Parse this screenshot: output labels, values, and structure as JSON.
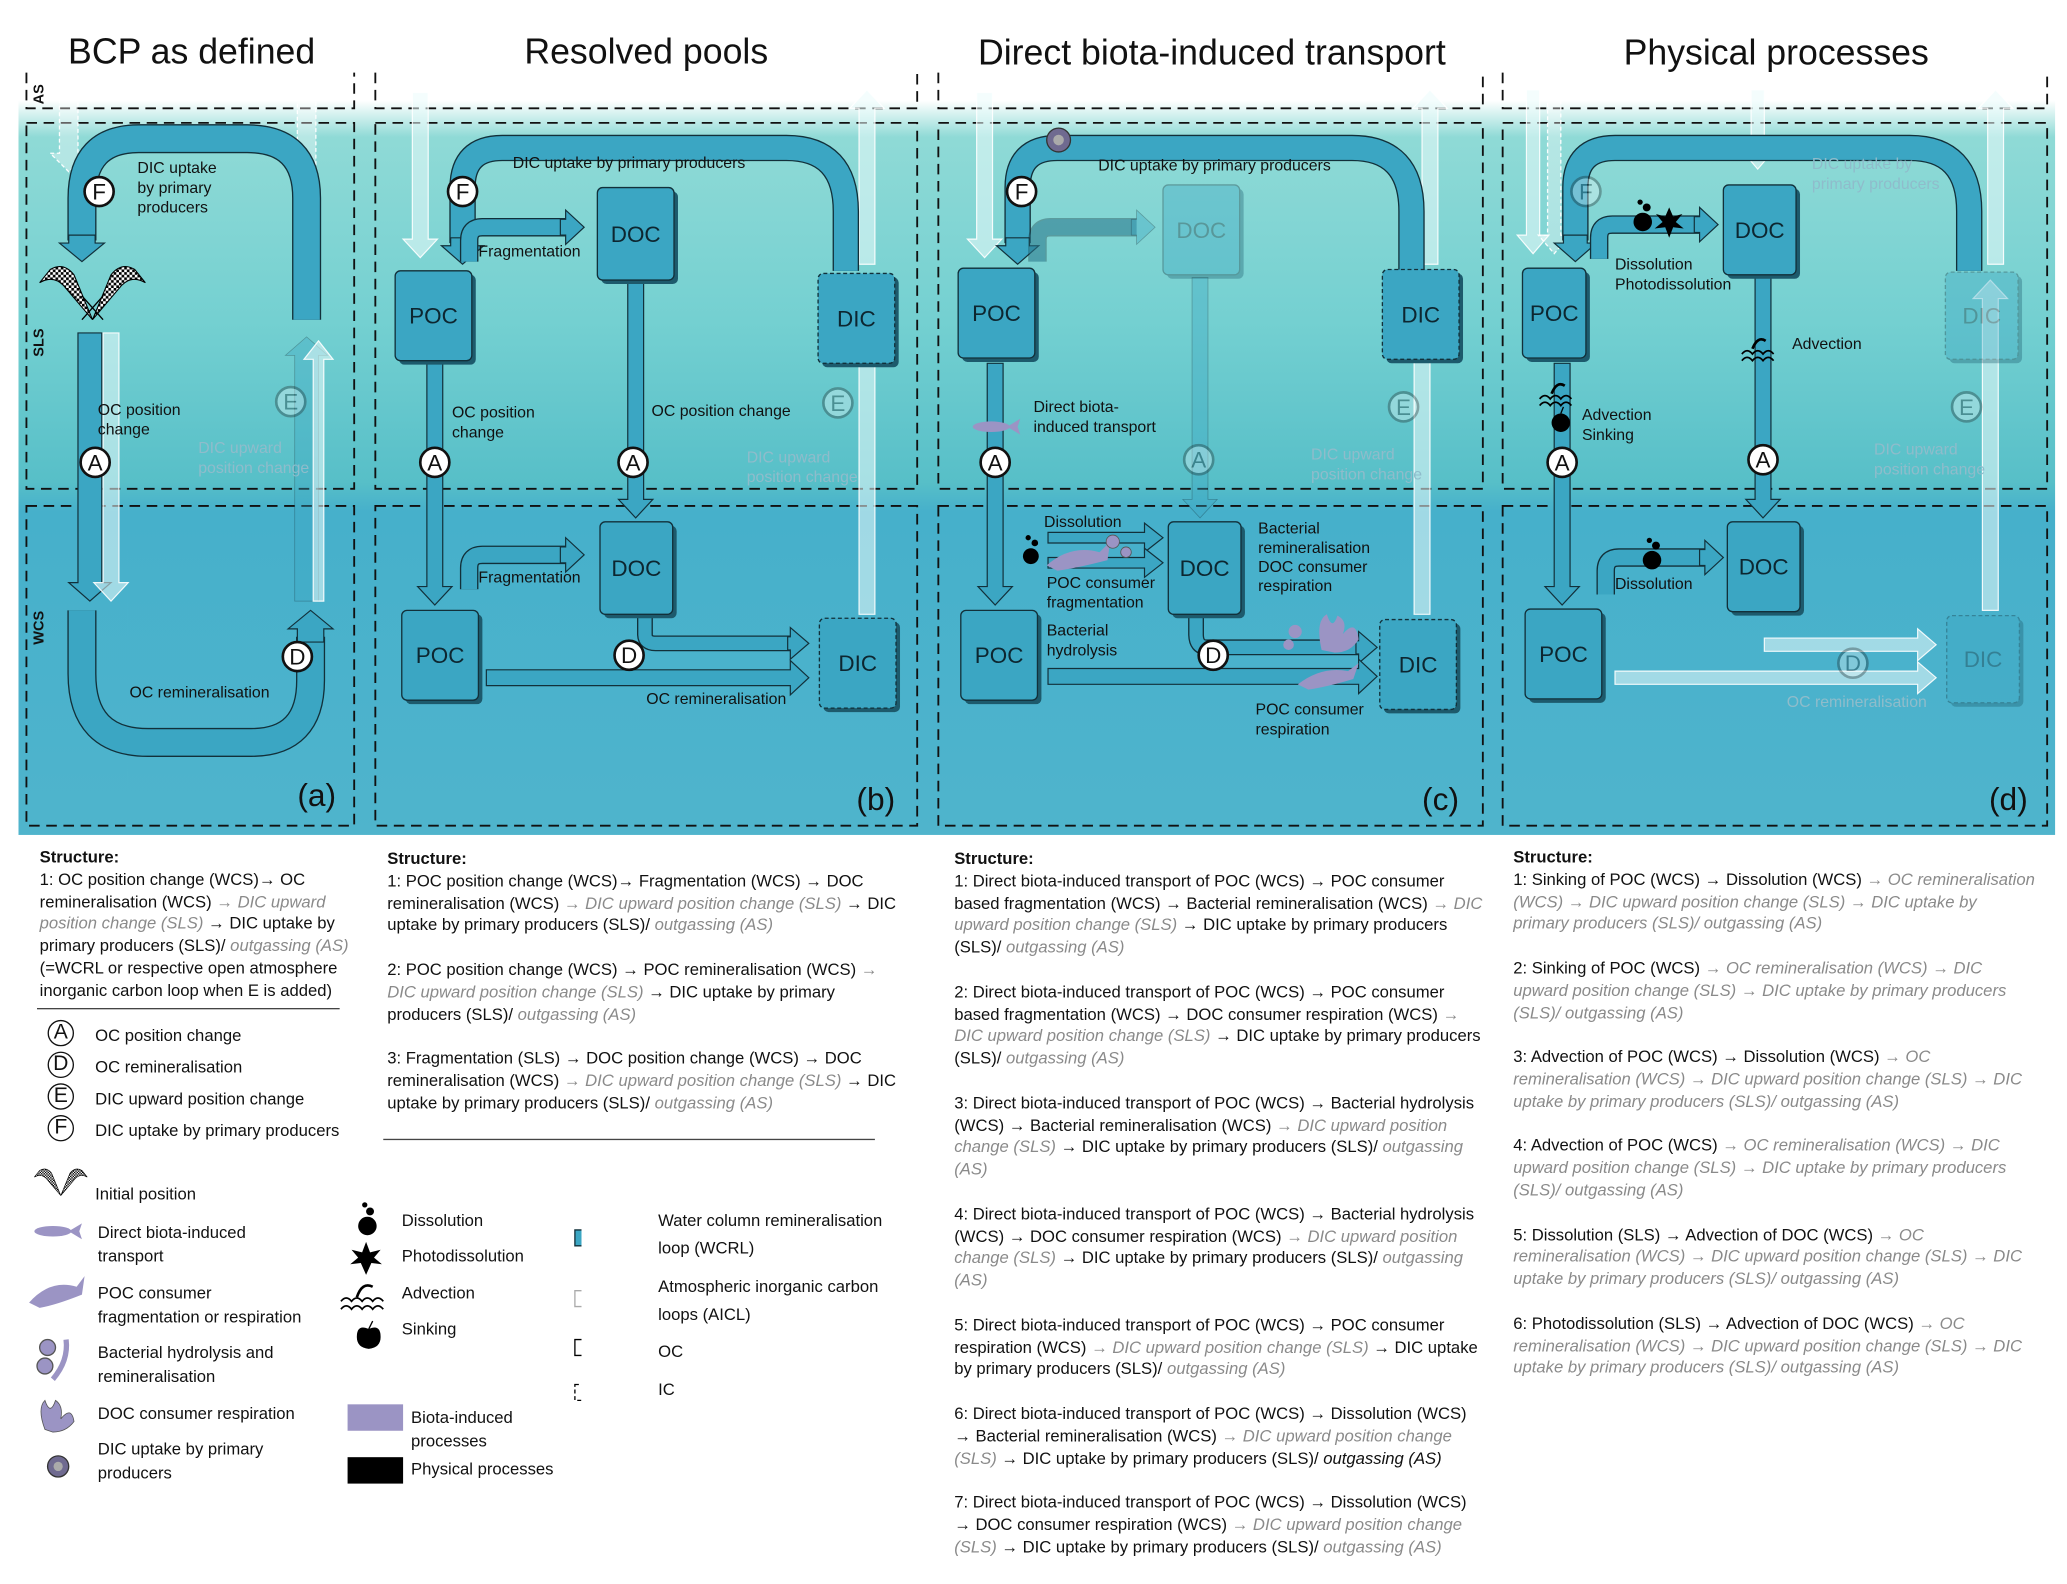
{
  "colors": {
    "wcrl": "#3ba6c3",
    "biota": "#9b94c4",
    "physical": "#000000",
    "surface": "#7dd6d3",
    "deep": "#45aecb",
    "box": "#3ba6c3"
  },
  "layers": {
    "as": "AS",
    "sls": "SLS",
    "wcs": "WCS"
  },
  "circle_letters": {
    "a": "A",
    "d": "D",
    "e": "E",
    "f": "F"
  },
  "pools": {
    "poc": "POC",
    "doc": "DOC",
    "dic": "DIC"
  },
  "panels": {
    "a": {
      "title": "BCP as defined",
      "tag": "(a)",
      "dic_uptake": [
        "DIC uptake",
        "by primary",
        "producers"
      ],
      "oc_position": [
        "OC position",
        "change"
      ],
      "dic_upward": [
        "DIC upward",
        "position change"
      ],
      "oc_remin": "OC remineralisation"
    },
    "b": {
      "title": "Resolved pools",
      "tag": "(b)",
      "dic_uptake": "DIC uptake by primary producers",
      "frag_upper": "Fragmentation",
      "oc_position_poc": [
        "OC position",
        "change"
      ],
      "oc_position_doc": "OC position change",
      "dic_upward": [
        "DIC upward",
        "position change"
      ],
      "frag_lower": "Fragmentation",
      "oc_remin": "OC remineralisation"
    },
    "c": {
      "title": "Direct biota-induced transport",
      "tag": "(c)",
      "dic_uptake": "DIC uptake by primary producers",
      "direct": [
        "Direct biota-",
        "induced transport"
      ],
      "dic_upward": [
        "DIC upward",
        "position change"
      ],
      "dissolution": "Dissolution",
      "poc_frag": [
        "POC consumer",
        "fragmentation"
      ],
      "bact_hydro": [
        "Bacterial",
        "hydrolysis"
      ],
      "bact_remin": [
        "Bacterial",
        "remineralisation",
        "DOC consumer",
        "respiration"
      ],
      "poc_resp": [
        "POC consumer",
        "respiration"
      ]
    },
    "d": {
      "title": "Physical processes",
      "tag": "(d)",
      "dic_uptake": [
        "DIC uptake by",
        "primary producers"
      ],
      "dissolution_upper": [
        "Dissolution",
        "Photodissolution"
      ],
      "advection": "Advection",
      "adv_sink": [
        "Advection",
        "Sinking"
      ],
      "dic_upward": [
        "DIC upward",
        "position change"
      ],
      "dissolution_lower": "Dissolution",
      "oc_remin": "OC remineralisation"
    }
  },
  "structure": {
    "a": {
      "heading": "Structure:",
      "items": [
        [
          {
            "t": "1: OC position change (WCS)→ OC remineralisation (WCS)"
          },
          {
            "t": " → DIC upward position change (SLS)",
            "g": true
          },
          {
            "t": " → DIC uptake by primary producers (SLS)/ "
          },
          {
            "t": "outgassing (AS)",
            "g": true
          },
          {
            "t": " (=WCRL or respective open atmosphere inorganic carbon loop when E is added)"
          }
        ]
      ]
    },
    "b": {
      "heading": "Structure:",
      "items": [
        [
          {
            "t": "1: POC position change (WCS)→ Fragmentation (WCS) → DOC remineralisation (WCS)"
          },
          {
            "t": " → DIC upward position change (SLS)",
            "g": true
          },
          {
            "t": " → DIC uptake by primary producers (SLS)/ "
          },
          {
            "t": "outgassing (AS)",
            "g": true
          }
        ],
        [
          {
            "t": "2: POC position change (WCS) → POC remineralisation (WCS)"
          },
          {
            "t": " → DIC upward position change (SLS)",
            "g": true
          },
          {
            "t": " → DIC uptake by primary producers (SLS)/ "
          },
          {
            "t": "outgassing (AS)",
            "g": true
          }
        ],
        [
          {
            "t": "3: Fragmentation (SLS) → DOC position change (WCS) → DOC remineralisation (WCS)"
          },
          {
            "t": " → DIC upward position change (SLS)",
            "g": true
          },
          {
            "t": " → DIC uptake by primary producers (SLS)/ "
          },
          {
            "t": "outgassing (AS)",
            "g": true
          }
        ]
      ]
    },
    "c": {
      "heading": "Structure:",
      "items": [
        [
          {
            "t": "1: Direct biota-induced transport of POC (WCS) → POC consumer based fragmentation (WCS) → Bacterial remineralisation (WCS)"
          },
          {
            "t": " → DIC upward position change (SLS)",
            "g": true
          },
          {
            "t": " → DIC uptake by primary producers (SLS)/ "
          },
          {
            "t": "outgassing (AS)",
            "g": true
          }
        ],
        [
          {
            "t": "2: Direct biota-induced transport of POC (WCS) → POC consumer based fragmentation (WCS) → DOC consumer respiration (WCS)"
          },
          {
            "t": " → DIC upward position change (SLS)",
            "g": true
          },
          {
            "t": " → DIC uptake by primary producers (SLS)/ "
          },
          {
            "t": "outgassing (AS)",
            "g": true
          }
        ],
        [
          {
            "t": "3: Direct biota-induced transport of POC (WCS) → Bacterial hydrolysis (WCS) → Bacterial remineralisation (WCS)"
          },
          {
            "t": " → DIC upward position change (SLS)",
            "g": true
          },
          {
            "t": " → DIC uptake by primary producers (SLS)/ "
          },
          {
            "t": "outgassing (AS)",
            "g": true
          }
        ],
        [
          {
            "t": "4: Direct biota-induced transport of POC (WCS) → Bacterial hydrolysis (WCS) → DOC consumer respiration (WCS)"
          },
          {
            "t": " → DIC upward position change (SLS)",
            "g": true
          },
          {
            "t": " → DIC uptake by primary producers (SLS)/ "
          },
          {
            "t": "outgassing (AS)",
            "g": true
          }
        ],
        [
          {
            "t": "5: Direct biota-induced transport of POC (WCS) → POC consumer respiration (WCS)"
          },
          {
            "t": " → DIC upward position change (SLS)",
            "g": true
          },
          {
            "t": " → DIC uptake by primary producers (SLS)/ "
          },
          {
            "t": "outgassing (AS)",
            "g": true
          }
        ],
        [
          {
            "t": "6: Direct biota-induced transport of POC (WCS) → Dissolution (WCS) → Bacterial remineralisation (WCS)"
          },
          {
            "t": " → DIC upward position change (SLS)",
            "g": true
          },
          {
            "t": " → DIC uptake by primary producers (SLS)/ "
          },
          {
            "t": "outgassing (AS)",
            "i": true
          }
        ],
        [
          {
            "t": "7: Direct biota-induced transport of POC (WCS) → Dissolution (WCS) → DOC consumer respiration (WCS)"
          },
          {
            "t": " → DIC upward position change (SLS)",
            "g": true
          },
          {
            "t": " → DIC uptake by primary producers (SLS)/ "
          },
          {
            "t": "outgassing (AS)",
            "g": true
          }
        ]
      ]
    },
    "d": {
      "heading": "Structure:",
      "items": [
        [
          {
            "t": "1: Sinking of POC (WCS) → Dissolution (WCS)"
          },
          {
            "t": "  → OC remineralisation (WCS) → DIC upward position change (SLS) → DIC uptake by primary producers (SLS)/ outgassing (AS)",
            "g": true
          }
        ],
        [
          {
            "t": "2: Sinking of POC (WCS)"
          },
          {
            "t": " → OC remineralisation (WCS) → DIC upward position change (SLS) → DIC uptake by primary producers (SLS)/ outgassing (AS)",
            "g": true
          }
        ],
        [
          {
            "t": "3: Advection of POC (WCS) → Dissolution (WCS)"
          },
          {
            "t": "  → OC remineralisation (WCS) → DIC upward position change (SLS) → DIC uptake by primary producers (SLS)/ outgassing (AS)",
            "g": true
          }
        ],
        [
          {
            "t": "4: Advection of POC (WCS)"
          },
          {
            "t": " → OC remineralisation (WCS) → DIC upward position change (SLS) → DIC uptake by primary producers (SLS)/ outgassing (AS)",
            "g": true
          }
        ],
        [
          {
            "t": "5: Dissolution (SLS) → Advection of DOC (WCS)"
          },
          {
            "t": "  → OC remineralisation (WCS) → DIC upward position change (SLS) → DIC uptake by primary producers (SLS)/ outgassing (AS)",
            "g": true
          }
        ],
        [
          {
            "t": "6: Photodissolution (SLS)  → Advection of DOC (WCS)"
          },
          {
            "t": " → OC remineralisation (WCS) → DIC upward position change (SLS) → DIC uptake by primary producers (SLS)/ outgassing (AS)",
            "g": true
          }
        ]
      ]
    }
  },
  "legend": {
    "letters": [
      {
        "letter": "A",
        "label": "OC position change"
      },
      {
        "letter": "D",
        "label": "OC remineralisation"
      },
      {
        "letter": "E",
        "label": "DIC upward position change"
      },
      {
        "letter": "F",
        "label": "DIC uptake by primary producers"
      }
    ],
    "icons": [
      {
        "icon": "checkered-flags-icon",
        "label": [
          "Initial position"
        ]
      },
      {
        "icon": "fish-icon",
        "label": [
          "Direct biota-induced",
          "transport"
        ]
      },
      {
        "icon": "poc-consumer-icon",
        "label": [
          "POC consumer",
          "fragmentation or respiration"
        ]
      },
      {
        "icon": "bacteria-icon",
        "label": [
          "Bacterial hydrolysis and",
          "remineralisation"
        ]
      },
      {
        "icon": "doc-consumer-icon",
        "label": [
          "DOC consumer respiration"
        ]
      },
      {
        "icon": "primary-producer-icon",
        "label": [
          "DIC uptake by primary",
          "producers"
        ]
      }
    ],
    "processes": [
      {
        "icon": "dissolution-icon",
        "label": "Dissolution"
      },
      {
        "icon": "photodissolution-icon",
        "label": "Photodissolution"
      },
      {
        "icon": "advection-icon",
        "label": "Advection"
      },
      {
        "icon": "sinking-icon",
        "label": "Sinking"
      }
    ],
    "categories": [
      {
        "label": [
          "Biota-induced",
          "processes"
        ],
        "color": "#9b94c4"
      },
      {
        "label": [
          "Physical processes"
        ],
        "color": "#000000"
      }
    ],
    "arrows": [
      {
        "icon": "wcrl-arrow-icon",
        "label": [
          "Water column remineralisation",
          "loop (WCRL)"
        ]
      },
      {
        "icon": "aicl-arrow-icon",
        "label": [
          "Atmospheric inorganic carbon",
          "loops (AICL)"
        ]
      },
      {
        "icon": "oc-arrow-icon",
        "label": [
          "OC"
        ]
      },
      {
        "icon": "ic-arrow-icon",
        "label": [
          "IC"
        ]
      }
    ]
  }
}
